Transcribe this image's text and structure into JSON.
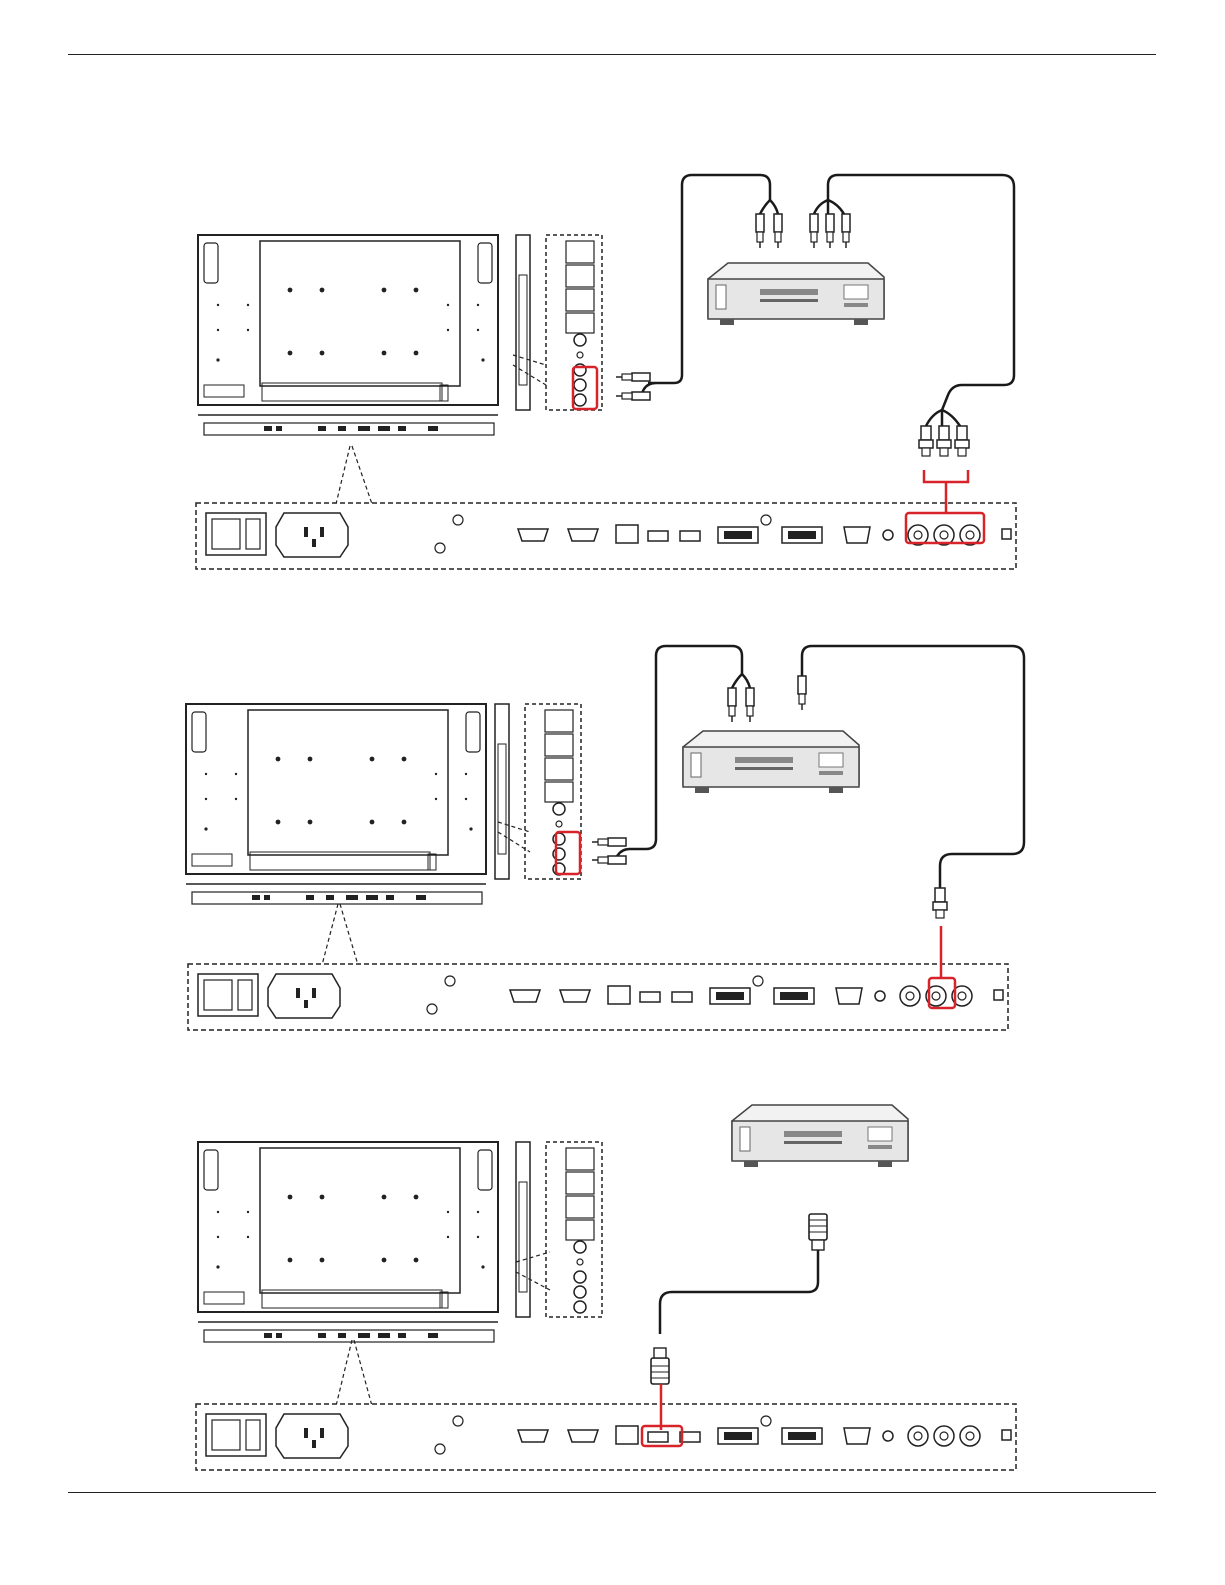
{
  "page": {
    "background": "#ffffff"
  },
  "colors": {
    "line": "#222222",
    "highlight": "#d8232a",
    "device_face": "#ececec",
    "device_shade": "#bdbdbd",
    "cable": "#1a1a1a"
  },
  "diagrams": [
    {
      "id": "component-connection",
      "highlight_ports": [
        "audio-in",
        "component-y-pb-pr"
      ],
      "player_icon": "dvd-player-icon",
      "cable_icons": [
        "rca-audio-plug-icon",
        "rca-component-plug-icon",
        "bnc-plug-icon"
      ]
    },
    {
      "id": "composite-connection",
      "highlight_ports": [
        "audio-in",
        "video-bnc"
      ],
      "player_icon": "dvd-player-icon",
      "cable_icons": [
        "rca-audio-plug-icon",
        "rca-video-plug-icon",
        "bnc-plug-icon"
      ]
    },
    {
      "id": "hdmi-connection",
      "highlight_ports": [
        "hdmi-in"
      ],
      "player_icon": "dvd-player-icon",
      "cable_icons": [
        "hdmi-plug-icon"
      ]
    }
  ]
}
